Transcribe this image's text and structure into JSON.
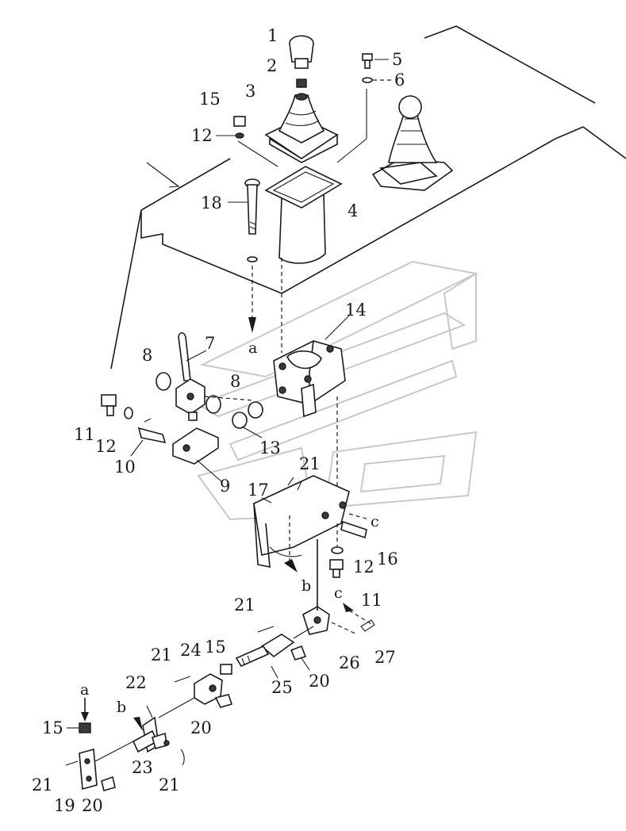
{
  "diagram": {
    "callouts": [
      {
        "id": "c1",
        "text": "1"
      },
      {
        "id": "c2",
        "text": "2"
      },
      {
        "id": "c3",
        "text": "3"
      },
      {
        "id": "c4",
        "text": "4"
      },
      {
        "id": "c5",
        "text": "5"
      },
      {
        "id": "c6",
        "text": "6"
      },
      {
        "id": "c7",
        "text": "7"
      },
      {
        "id": "c8a",
        "text": "8"
      },
      {
        "id": "c8b",
        "text": "8"
      },
      {
        "id": "c9",
        "text": "9"
      },
      {
        "id": "c10",
        "text": "10"
      },
      {
        "id": "c11a",
        "text": "11"
      },
      {
        "id": "c11b",
        "text": "11"
      },
      {
        "id": "c12a",
        "text": "12"
      },
      {
        "id": "c12b",
        "text": "12"
      },
      {
        "id": "c12c",
        "text": "12"
      },
      {
        "id": "c13",
        "text": "13"
      },
      {
        "id": "c14",
        "text": "14"
      },
      {
        "id": "c15a",
        "text": "15"
      },
      {
        "id": "c15b",
        "text": "15"
      },
      {
        "id": "c15c",
        "text": "15"
      },
      {
        "id": "c16",
        "text": "16"
      },
      {
        "id": "c17",
        "text": "17"
      },
      {
        "id": "c18",
        "text": "18"
      },
      {
        "id": "c19",
        "text": "19"
      },
      {
        "id": "c20a",
        "text": "20"
      },
      {
        "id": "c20b",
        "text": "20"
      },
      {
        "id": "c20c",
        "text": "20"
      },
      {
        "id": "c21a",
        "text": "21"
      },
      {
        "id": "c21b",
        "text": "21"
      },
      {
        "id": "c21c",
        "text": "21"
      },
      {
        "id": "c21d",
        "text": "21"
      },
      {
        "id": "c21e",
        "text": "21"
      },
      {
        "id": "c22",
        "text": "22"
      },
      {
        "id": "c23",
        "text": "23"
      },
      {
        "id": "c24",
        "text": "24"
      },
      {
        "id": "c25",
        "text": "25"
      },
      {
        "id": "c26",
        "text": "26"
      },
      {
        "id": "c27",
        "text": "27"
      }
    ],
    "refs": [
      {
        "id": "ra1",
        "text": "a"
      },
      {
        "id": "ra2",
        "text": "a"
      },
      {
        "id": "rb1",
        "text": "b"
      },
      {
        "id": "rb2",
        "text": "b"
      },
      {
        "id": "rc1",
        "text": "c"
      },
      {
        "id": "rc2",
        "text": "c"
      }
    ]
  }
}
